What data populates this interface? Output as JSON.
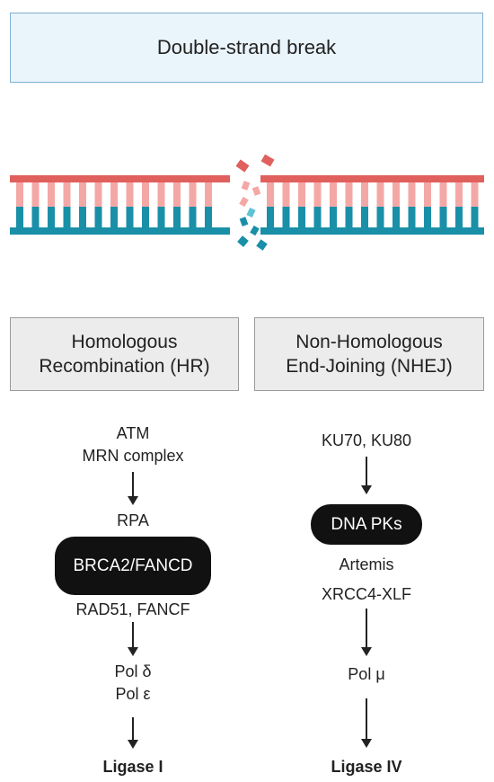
{
  "title": "Double-strand break",
  "hr": {
    "heading": [
      "Homologous",
      "Recombination (HR)"
    ],
    "steps_top": [
      "ATM",
      "MRN complex"
    ],
    "rpa": "RPA",
    "complex": "BRCA2/FANCD",
    "rad51": "RAD51, FANCF",
    "pols": [
      "Pol δ",
      "Pol ε"
    ],
    "ligase": "Ligase I"
  },
  "nhej": {
    "heading": [
      "Non-Homologous",
      "End-Joining (NHEJ)"
    ],
    "ku": "KU70, KU80",
    "complex": "DNA PKs",
    "artemis": "Artemis",
    "xrcc4": "XRCC4-XLF",
    "pol": "Pol μ",
    "ligase": "Ligase IV"
  },
  "colors": {
    "strand_top": "#e0605e",
    "strand_top_light": "#f4a8a6",
    "strand_bottom": "#1a8fa8",
    "strand_bottom_light": "#5fc3d4",
    "title_fill": "#e9f4fb",
    "title_border": "#7fb0d4",
    "box_fill": "#ececec",
    "pill": "#111111"
  }
}
